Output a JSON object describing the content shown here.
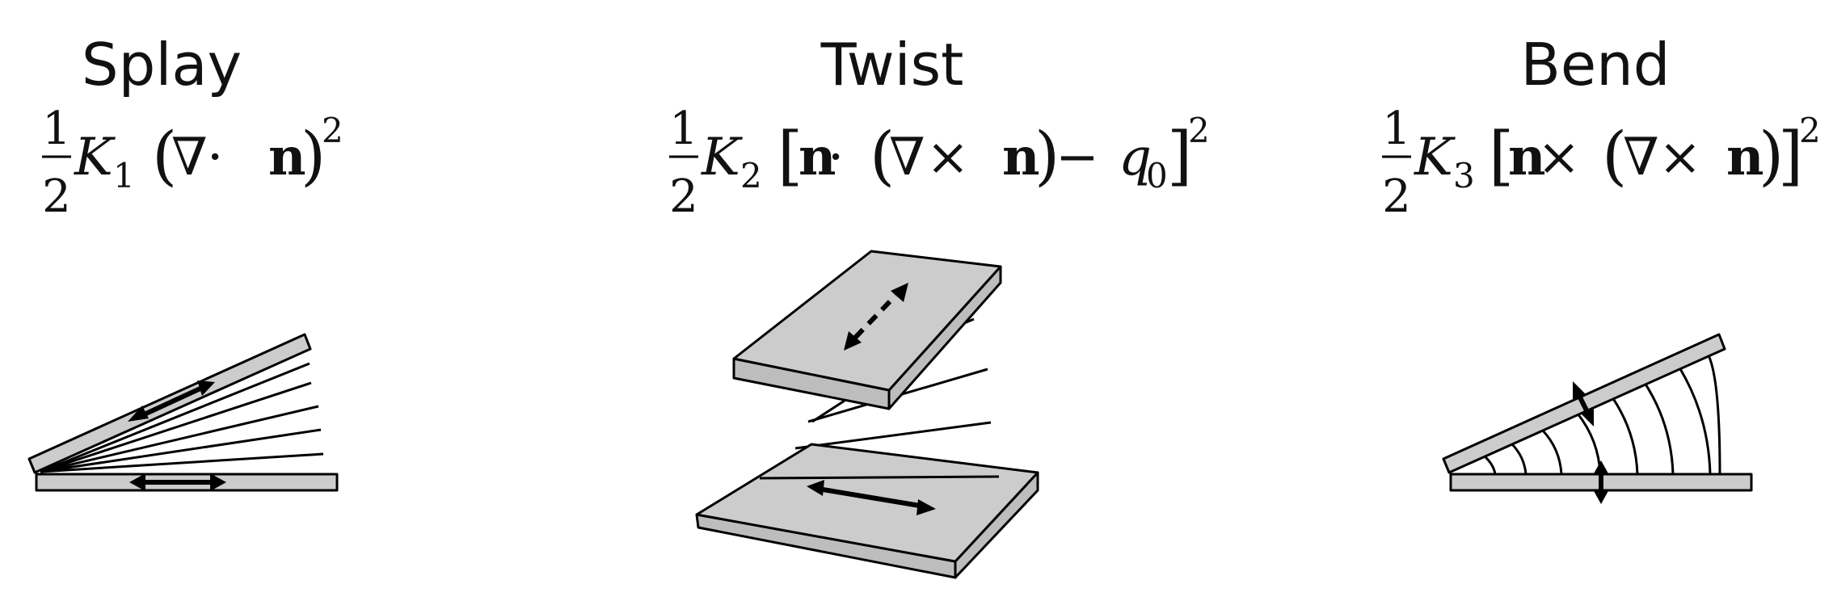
{
  "panels": [
    {
      "title": "Splay",
      "formula": {
        "frac_num": "1",
        "frac_den": "2",
        "const": "K",
        "const_sub": "1",
        "expr_parts": [
          "(",
          "∇",
          " · ",
          "n",
          ")"
        ],
        "power": "2"
      }
    },
    {
      "title": "Twist",
      "formula": {
        "frac_num": "1",
        "frac_den": "2",
        "const": "K",
        "const_sub": "2",
        "expr_parts": [
          "[",
          "n",
          " · ",
          "(",
          "∇",
          " × ",
          "n",
          ")",
          " − ",
          "q",
          "0",
          "]"
        ],
        "power": "2"
      }
    },
    {
      "title": "Bend",
      "formula": {
        "frac_num": "1",
        "frac_den": "2",
        "const": "K",
        "const_sub": "3",
        "expr_parts": [
          "[",
          "n",
          " × ",
          "(",
          "∇",
          " × ",
          "n",
          ")",
          "]"
        ],
        "power": "2"
      }
    }
  ],
  "colors": {
    "plate": "#cccccc",
    "ink": "#000000",
    "background": "#ffffff"
  }
}
